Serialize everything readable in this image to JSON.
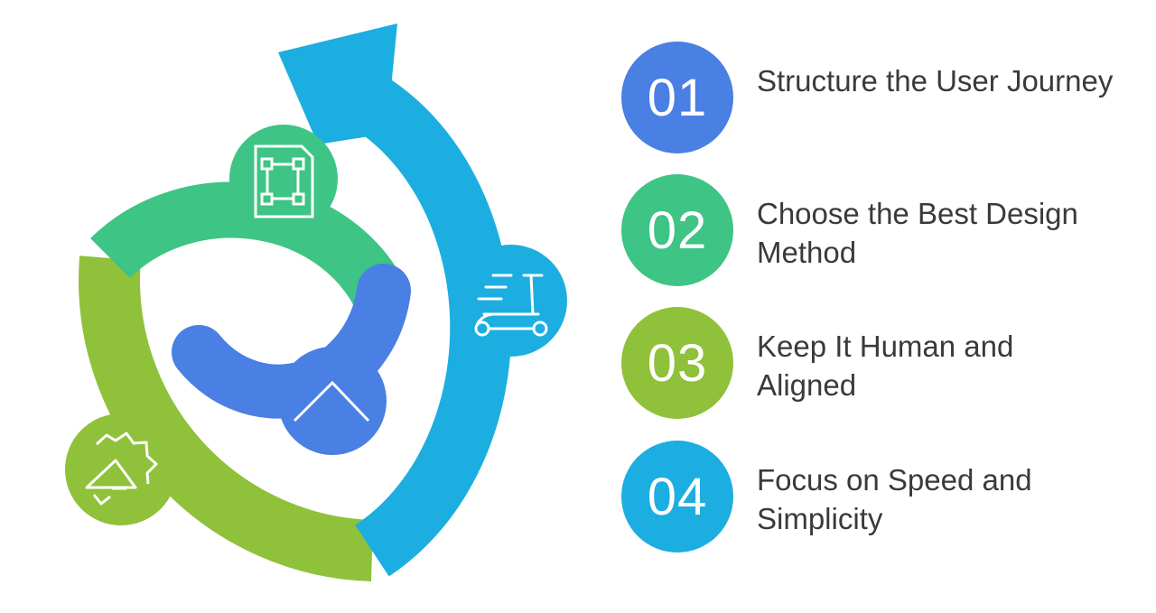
{
  "colors": {
    "blue": "#4a7fe3",
    "green": "#3ec484",
    "lime": "#8fc13a",
    "cyan": "#1caee0",
    "text": "#3a3a3a"
  },
  "diagram": {
    "icons": [
      "document-frame-icon",
      "scooter-icon",
      "megaphone-icon",
      "chevron-up-icon"
    ]
  },
  "steps": [
    {
      "number": "01",
      "label": "Structure the User Journey",
      "color": "#4a7fe3"
    },
    {
      "number": "02",
      "label": "Choose the Best Design Method",
      "color": "#3ec484"
    },
    {
      "number": "03",
      "label": "Keep It Human and Aligned",
      "color": "#8fc13a"
    },
    {
      "number": "04",
      "label": "Focus on Speed and Simplicity",
      "color": "#1caee0"
    }
  ]
}
